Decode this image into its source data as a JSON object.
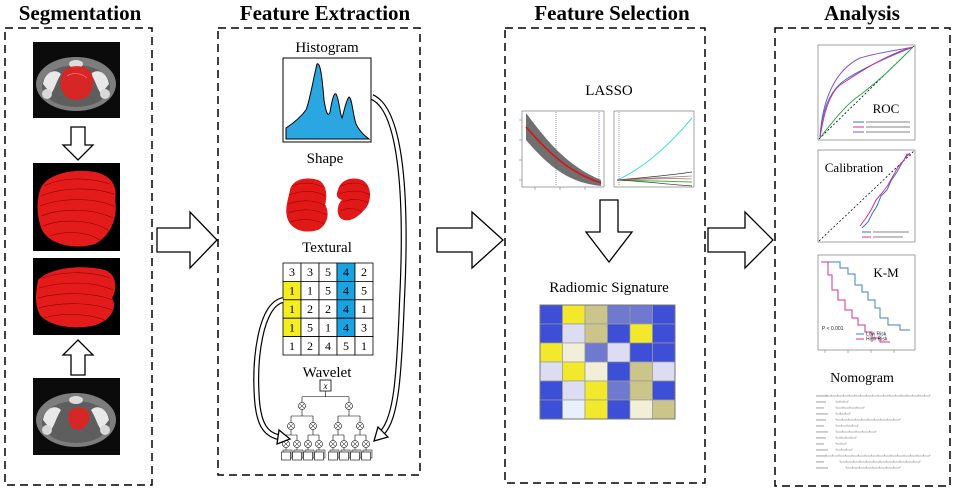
{
  "panels": [
    {
      "title": "Segmentation"
    },
    {
      "title": "Feature Extraction"
    },
    {
      "title": "Feature Selection"
    },
    {
      "title": "Analysis"
    }
  ],
  "feature_extraction": {
    "histogram_label": "Histogram",
    "shape_label": "Shape",
    "textural_label": "Textural",
    "wavelet_label": "Wavelet",
    "wavelet_root": "x",
    "textural_grid": [
      [
        3,
        3,
        5,
        4,
        2
      ],
      [
        1,
        1,
        5,
        4,
        5
      ],
      [
        1,
        2,
        2,
        4,
        1
      ],
      [
        1,
        5,
        1,
        4,
        3
      ],
      [
        1,
        2,
        4,
        5,
        1
      ]
    ],
    "textural_fill": [
      [
        null,
        null,
        null,
        "#1aa3e2",
        null
      ],
      [
        "#f5ee1e",
        null,
        null,
        "#1aa3e2",
        null
      ],
      [
        "#f5ee1e",
        null,
        null,
        "#1aa3e2",
        null
      ],
      [
        "#f5ee1e",
        null,
        null,
        "#1aa3e2",
        null
      ],
      [
        null,
        null,
        null,
        null,
        null
      ]
    ]
  },
  "feature_selection": {
    "lasso_label": "LASSO",
    "signature_label": "Radiomic Signature",
    "signature_colors": [
      [
        "#3c4fd6",
        "#f3e92c",
        "#cbc58a",
        "#6f79cf",
        "#6f79cf",
        "#3c4fd6"
      ],
      [
        "#3c4fd6",
        "#dcdcf3",
        "#cbc58a",
        "#3c4fd6",
        "#f3e92c",
        "#3c4fd6"
      ],
      [
        "#f3e92c",
        "#f2efd8",
        "#6f79cf",
        "#dcdcf3",
        "#3c4fd6",
        "#3c4fd6"
      ],
      [
        "#dcdcf3",
        "#f3e92c",
        "#f2efd8",
        "#3c4fd6",
        "#cbc58a",
        "#dcdcf3"
      ],
      [
        "#3c4fd6",
        "#dcdcf3",
        "#f3e92c",
        "#6f79cf",
        "#cbc58a",
        "#3c4fd6"
      ],
      [
        "#3c4fd6",
        "#e8f0fb",
        "#f3e92c",
        "#3c4fd6",
        "#f2efd8",
        "#cbc58a"
      ]
    ]
  },
  "analysis": {
    "roc_label": "ROC",
    "calibration_label": "Calibration",
    "km_label": "K-M",
    "km_p_value": "P < 0.001",
    "km_legend": [
      "Low Risk",
      "High Risk"
    ],
    "nomogram_label": "Nomogram"
  },
  "colors": {
    "histogram_fill": "#2aa6e1",
    "segmentation_red": "#e31b1b",
    "low_risk": "#3f7fd0",
    "high_risk": "#d8308c"
  }
}
